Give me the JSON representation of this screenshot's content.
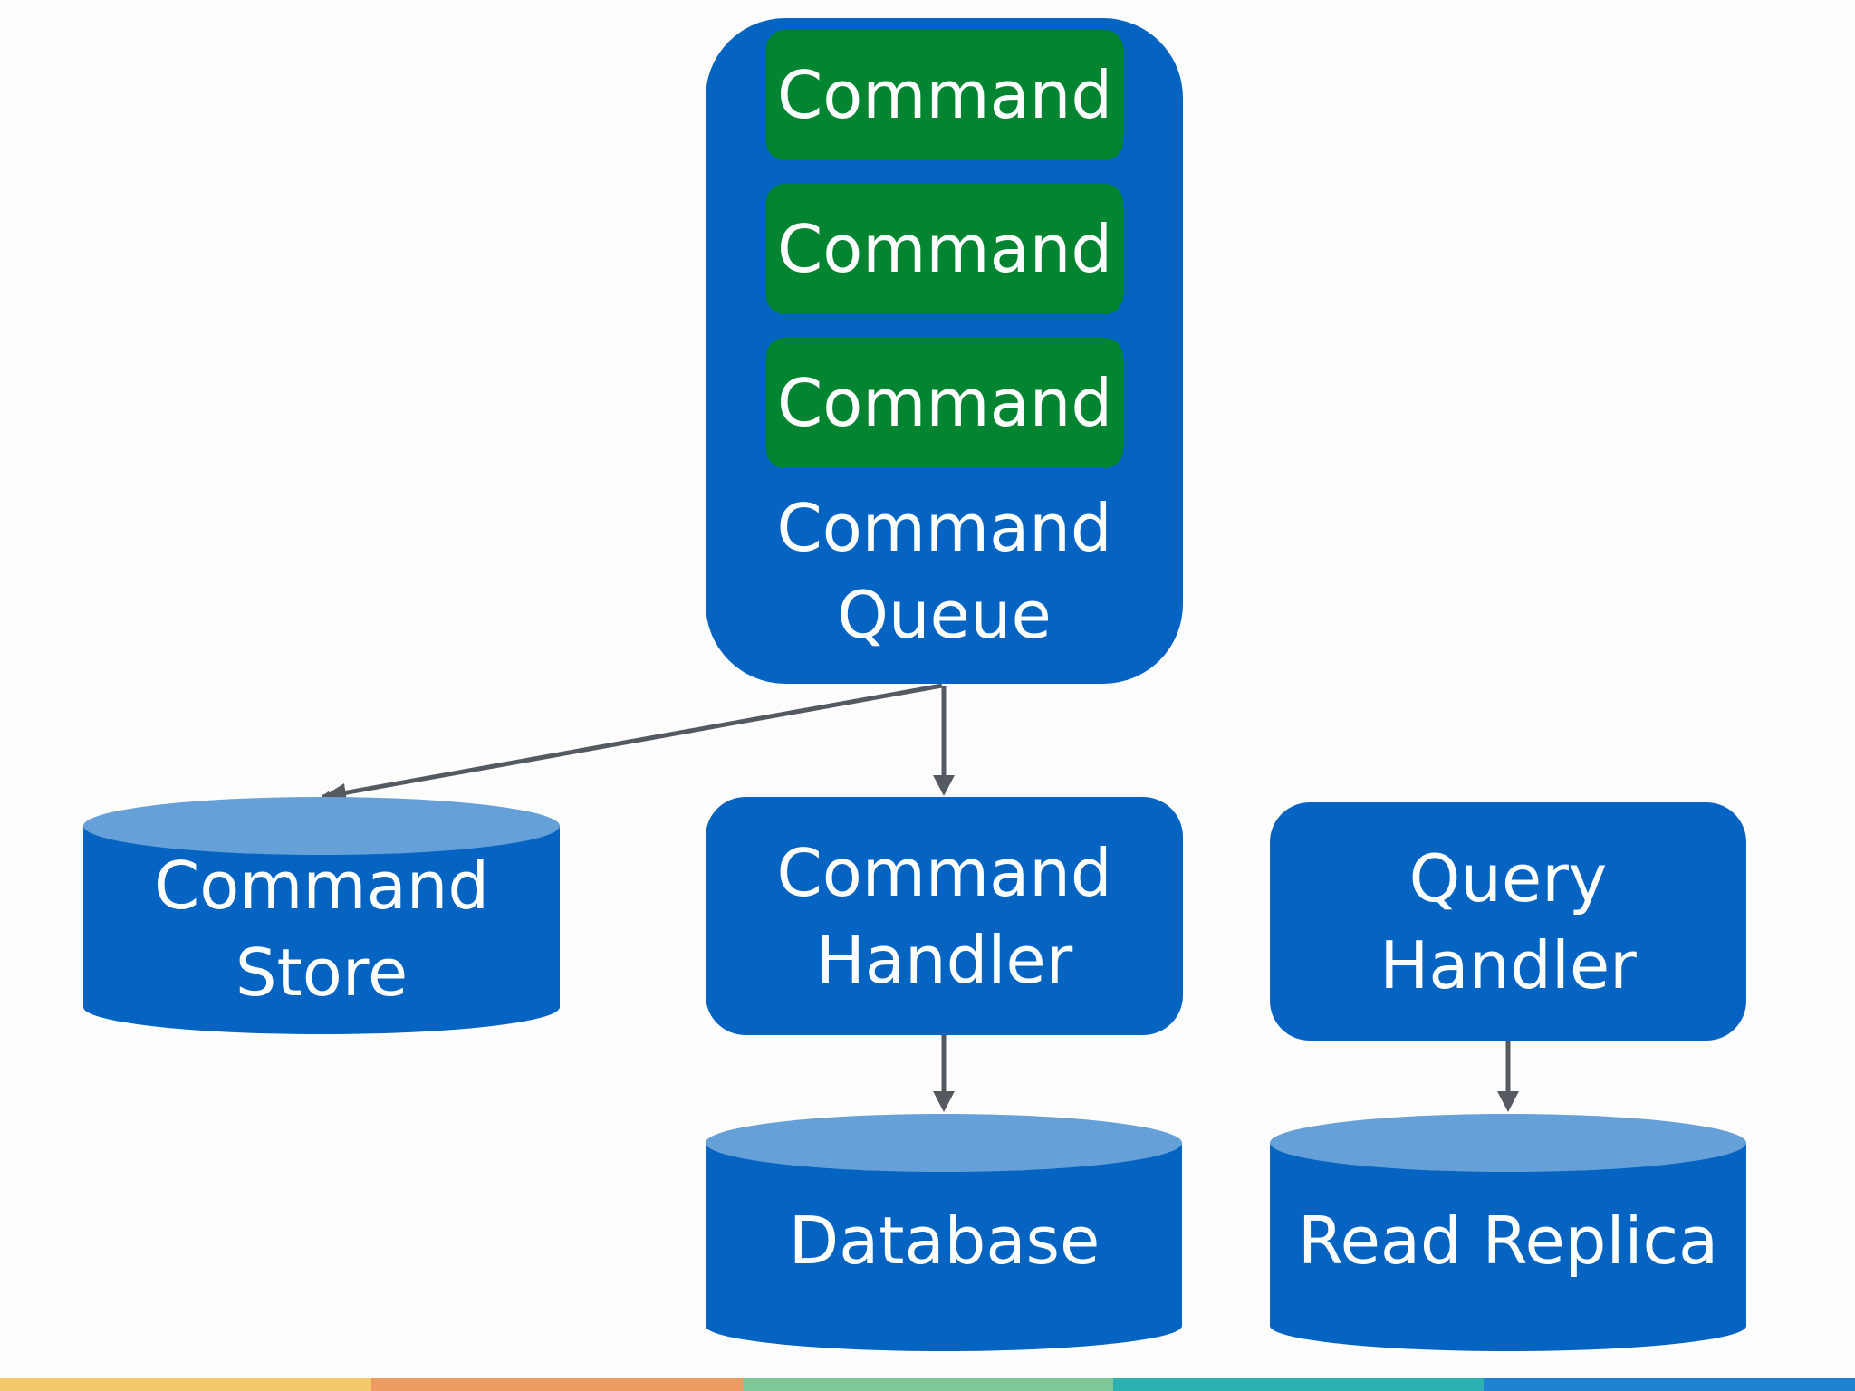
{
  "queue": {
    "commands": [
      "Command",
      "Command",
      "Command"
    ],
    "label_line1": "Command",
    "label_line2": "Queue"
  },
  "command_store": {
    "line1": "Command",
    "line2": "Store"
  },
  "command_handler": {
    "line1": "Command",
    "line2": "Handler"
  },
  "query_handler": {
    "line1": "Query",
    "line2": "Handler"
  },
  "database": {
    "label": "Database"
  },
  "read_replica": {
    "label": "Read Replica"
  },
  "colors": {
    "node_blue": "#0563c1",
    "cylinder_top": "#65a0d9",
    "command_green": "#038430",
    "arrow": "#555a60",
    "footer": [
      "#f5c96a",
      "#ee9b62",
      "#7ec796",
      "#2cb1b3",
      "#1f82d0"
    ]
  }
}
